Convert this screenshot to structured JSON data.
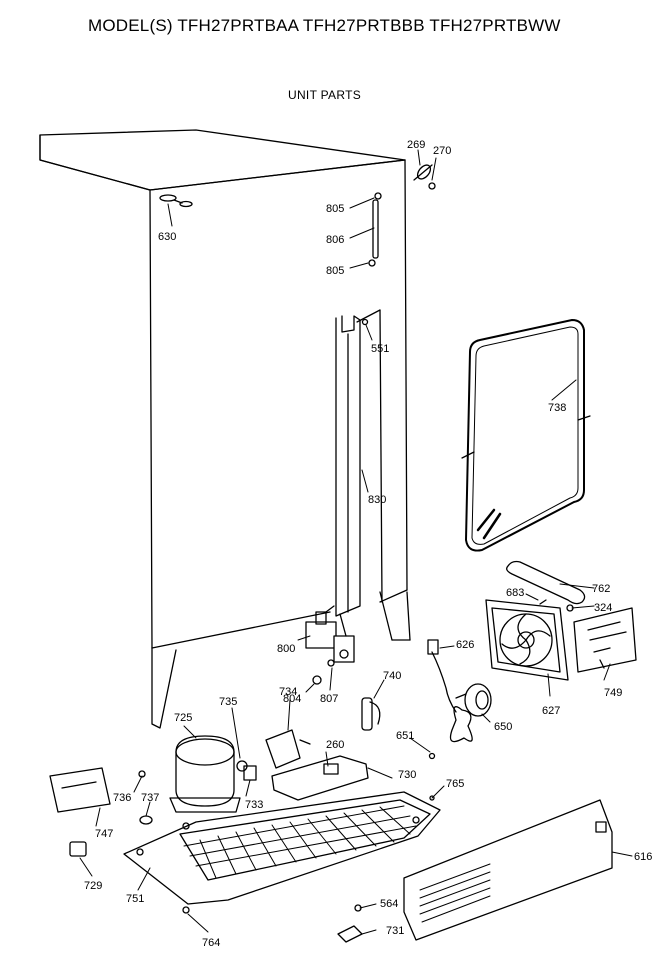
{
  "title": "MODEL(S) TFH27PRTBAA  TFH27PRTBBB  TFH27PRTBWW",
  "subtitle": "UNIT PARTS",
  "labels": {
    "p269": "269",
    "p270": "270",
    "p630": "630",
    "p805a": "805",
    "p806": "806",
    "p805b": "805",
    "p551": "551",
    "p738": "738",
    "p830": "830",
    "p762": "762",
    "p683": "683",
    "p324": "324",
    "p626": "626",
    "p800": "800",
    "p749": "749",
    "p740": "740",
    "p804": "804",
    "p807": "807",
    "p627": "627",
    "p734": "734",
    "p725": "725",
    "p735": "735",
    "p650": "650",
    "p651": "651",
    "p260": "260",
    "p730": "730",
    "p765": "765",
    "p736": "736",
    "p737": "737",
    "p733": "733",
    "p747": "747",
    "p616": "616",
    "p729": "729",
    "p751": "751",
    "p564": "564",
    "p731": "731",
    "p764": "764"
  }
}
